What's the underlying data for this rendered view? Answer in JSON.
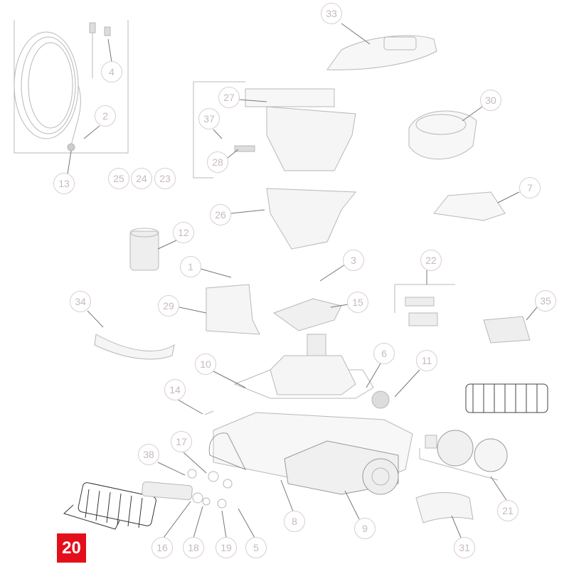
{
  "diagram": {
    "highlighted_part": "20",
    "highlight_color": "#e3101b",
    "callouts": [
      "33",
      "4",
      "2",
      "13",
      "27",
      "30",
      "37",
      "28",
      "25",
      "24",
      "23",
      "7",
      "26",
      "12",
      "1",
      "3",
      "22",
      "34",
      "29",
      "15",
      "35",
      "10",
      "6",
      "11",
      "14",
      "17",
      "38",
      "8",
      "9",
      "21",
      "16",
      "18",
      "19",
      "5",
      "31"
    ]
  }
}
